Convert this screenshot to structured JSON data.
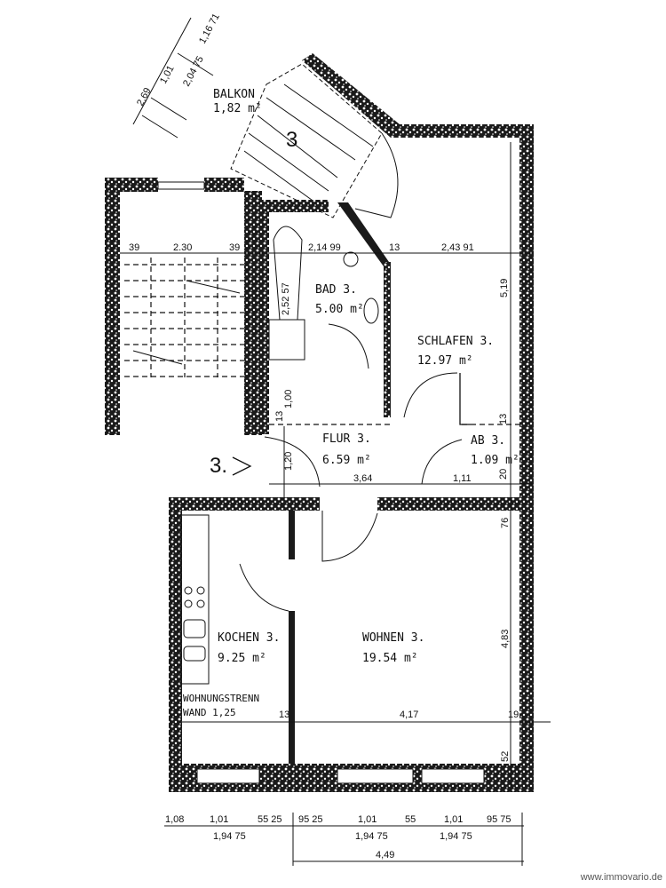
{
  "rooms": {
    "balkon": {
      "name": "BALKON",
      "area": "1,82 m²"
    },
    "bad": {
      "name": "BAD 3.",
      "area": "5.00 m²"
    },
    "schlafen": {
      "name": "SCHLAFEN 3.",
      "area": "12.97 m²"
    },
    "flur": {
      "name": "FLUR 3.",
      "area": "6.59 m²"
    },
    "ab": {
      "name": "AB 3.",
      "area": "1.09 m²"
    },
    "kochen": {
      "name": "KOCHEN 3.",
      "area": "9.25 m²"
    },
    "wohnen": {
      "name": "WOHNEN 3.",
      "area": "19.54 m²"
    }
  },
  "unit_marker": "3.",
  "balcony_number": "3",
  "wall_note": {
    "line1": "WOHNUNGSTRENN",
    "line2": "WAND 1,25"
  },
  "dimensions": {
    "balcony_diag": [
      "2,69",
      "1,01",
      "2,04 75",
      "1,16 71"
    ],
    "stair_top": [
      "39",
      "2.30",
      "39"
    ],
    "upper": [
      "2,14 99",
      "13",
      "2,43 91"
    ],
    "schlafen_height": "5,19",
    "bad_diag": "2,52 57",
    "flur_left": [
      "13",
      "1,00",
      "1,20"
    ],
    "flur_width": "3,64",
    "ab_dims": [
      "13",
      "1,11",
      "20"
    ],
    "wohnen_right": [
      "76",
      "4,83",
      "52"
    ],
    "wohnen_width": "4,17",
    "wohnen_small": [
      "13",
      "19"
    ],
    "bottom_chain_top": [
      "1,08",
      "1,01",
      "55 25",
      "95 25",
      "1,01",
      "55",
      "1,01",
      "95 75"
    ],
    "bottom_chain_sub": [
      "1,94 75",
      "1,94 75",
      "1,94 75"
    ],
    "bottom_total": "4,49"
  },
  "watermark": "www.immovario.de"
}
